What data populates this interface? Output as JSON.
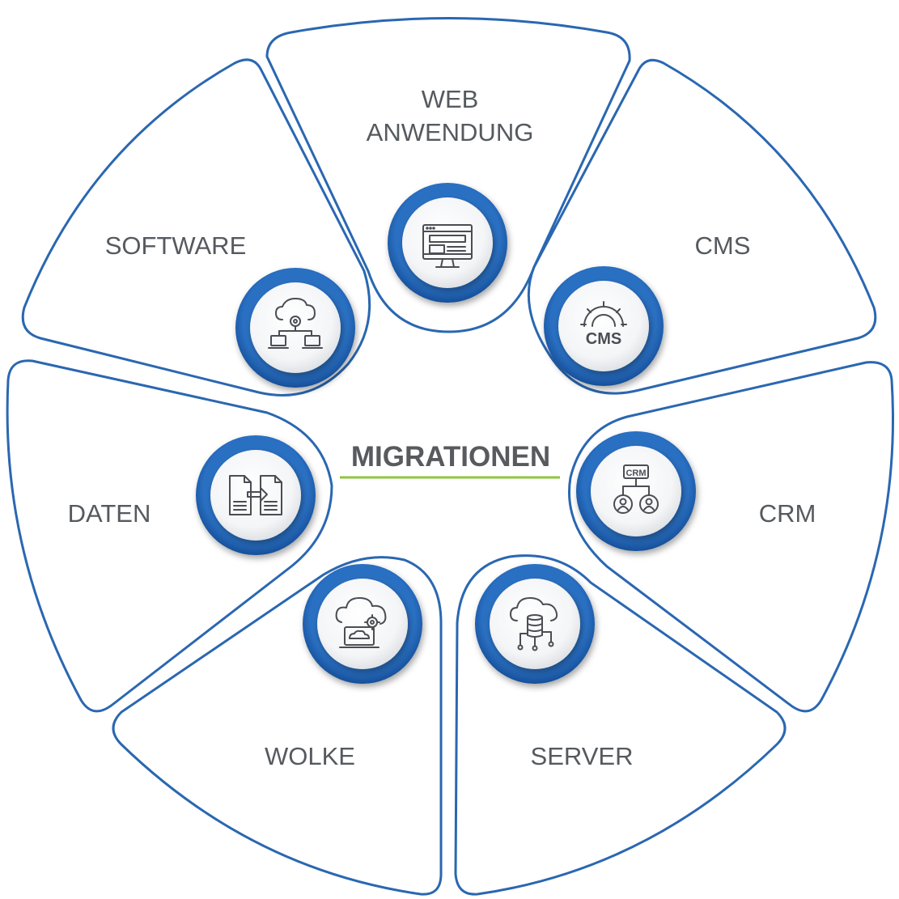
{
  "center": {
    "title": "MIGRATIONEN",
    "underline_color": "#8dc63f"
  },
  "colors": {
    "outline": "#2a67b1",
    "ring": "#1e5fb0",
    "text": "#555a5f"
  },
  "segments": [
    {
      "id": "web",
      "label_lines": [
        "WEB",
        "ANWENDUNG"
      ],
      "icon": "web-browser-monitor-icon"
    },
    {
      "id": "cms",
      "label_lines": [
        "CMS"
      ],
      "icon": "cms-gear-icon",
      "icon_text": "CMS"
    },
    {
      "id": "crm",
      "label_lines": [
        "CRM"
      ],
      "icon": "crm-network-icon",
      "icon_text": "CRM"
    },
    {
      "id": "server",
      "label_lines": [
        "SERVER"
      ],
      "icon": "cloud-database-server-icon"
    },
    {
      "id": "wolke",
      "label_lines": [
        "WOLKE"
      ],
      "icon": "cloud-laptop-gear-icon"
    },
    {
      "id": "daten",
      "label_lines": [
        "DATEN"
      ],
      "icon": "document-transfer-icon"
    },
    {
      "id": "software",
      "label_lines": [
        "SOFTWARE"
      ],
      "icon": "cloud-software-network-icon"
    }
  ]
}
